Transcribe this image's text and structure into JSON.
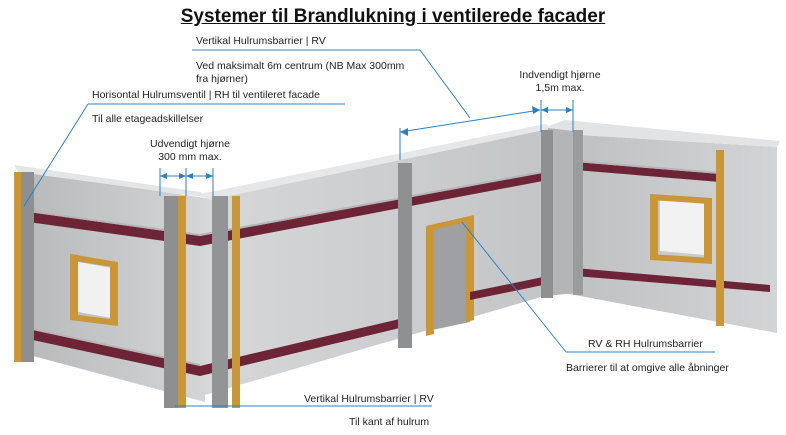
{
  "title": "Systemer til Brandlukning i ventilerede  facader",
  "labels": {
    "vertikal_top": "Vertikal Hulrumsbarrier | RV",
    "vertikal_top_note": "Ved maksimalt 6m centrum (NB Max 300mm fra hjørner)",
    "horisontal": "Horisontal Hulrumsventil | RH til ventileret facade",
    "horisontal_note": "Til alle etageadskillelser",
    "udvendigt_line1": "Udvendigt hjørne",
    "udvendigt_line2": "300 mm max.",
    "indvendigt_line1": "Indvendigt hjørne",
    "indvendigt_line2": "1,5m max.",
    "rv_rh": "RV & RH Hulrumsbarrier",
    "rv_rh_note": "Barrierer til at omgive alle åbninger",
    "vertikal_bottom": "Vertikal Hulrumsbarrier | RV",
    "vertikal_bottom_note": "Til kant af hulrum"
  },
  "colors": {
    "wall": "#c8c9cb",
    "wall_shade": "#a9aaac",
    "post": "#c9963a",
    "barrier": "#6d2436",
    "leader": "#2f7fbf"
  }
}
